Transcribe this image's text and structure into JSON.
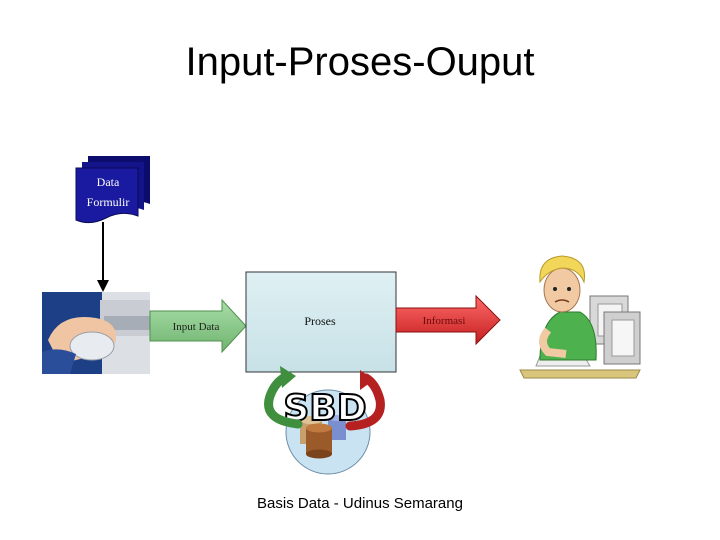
{
  "title": "Input-Proses-Ouput",
  "footer": "Basis Data - Udinus Semarang",
  "document": {
    "line1": "Data",
    "line2": "Formulir"
  },
  "input_arrow": {
    "label": "Input Data"
  },
  "process_box": {
    "label": "Proses"
  },
  "output_arrow": {
    "label": "Informasi"
  },
  "database": {
    "label": "SBD"
  },
  "colors": {
    "document_fill": "#1a1aa0",
    "input_arrow": "#8fce8f",
    "process_box": "#d6ecf0",
    "output_arrow": "#e23d3d",
    "loop_green": "#3f8f3f",
    "loop_red": "#b52020",
    "db_circle": "#c9e3f2"
  }
}
